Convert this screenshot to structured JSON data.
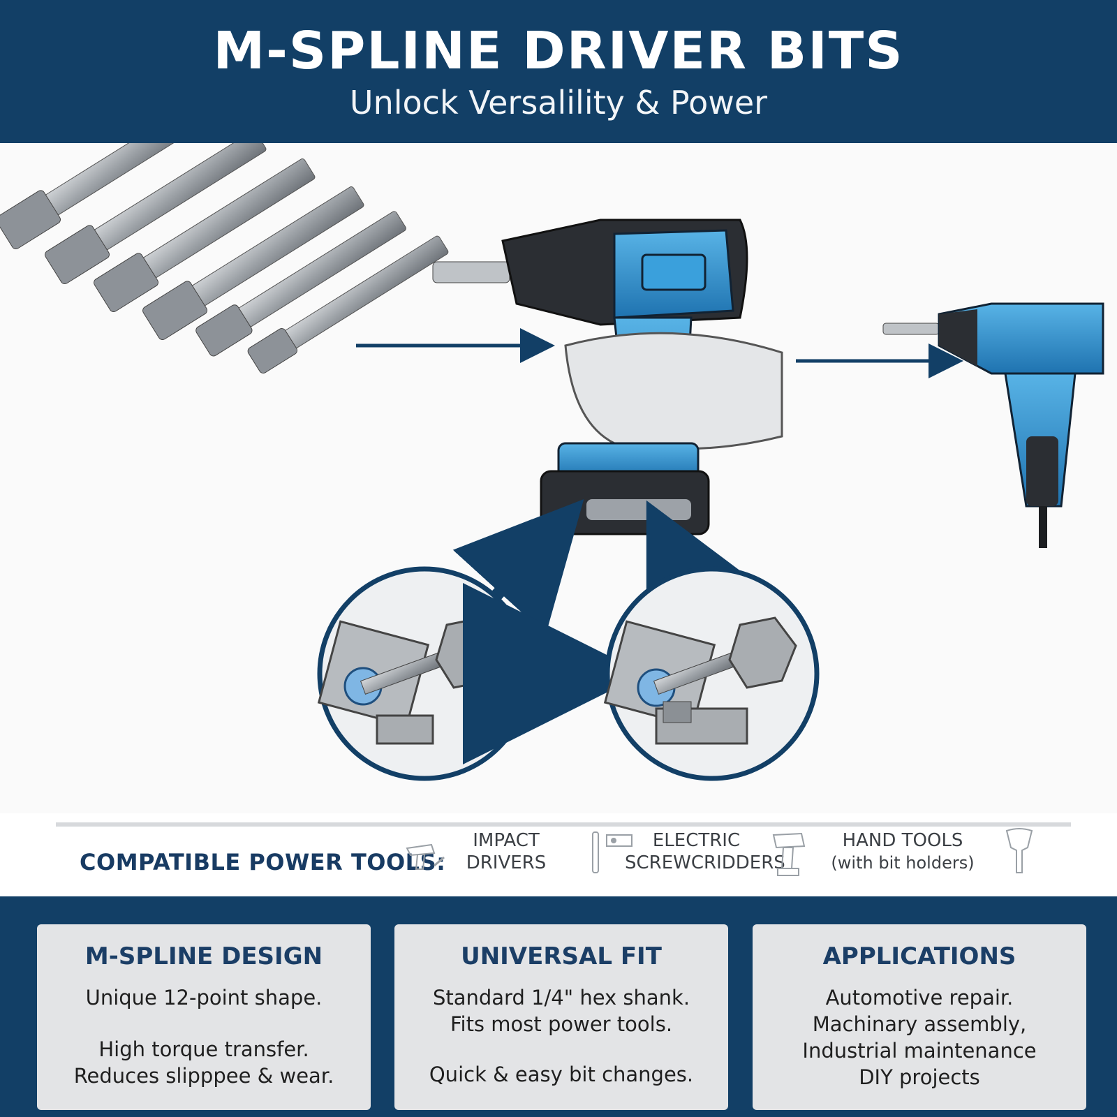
{
  "header": {
    "title": "M-SPLINE DRIVER BITS",
    "subtitle": "Unlock Versalility & Power"
  },
  "compatible": {
    "label": "COMPATIBLE POWER TOOLS:",
    "items": [
      {
        "line1": "IMPACT",
        "line2": "DRIVERS",
        "icon": "impact-driver-icon"
      },
      {
        "line1": "ELECTRIC",
        "line2": "SCREWCRIDDERS",
        "icon": "screwdriver-icon"
      },
      {
        "line1": "HAND TOOLS",
        "line2": "(with bit holders)",
        "icon": "drill-icon"
      }
    ]
  },
  "cards": [
    {
      "title": "M-SPLINE DESIGN",
      "lines": [
        "Unique 12-point shape.",
        "",
        "High torque transfer.",
        "Reduces slipppee & wear."
      ]
    },
    {
      "title": "UNIVERSAL FIT",
      "lines": [
        "Standard 1/4\" hex shank.",
        "Fits most power tools.",
        "",
        "Quick & easy bit changes."
      ]
    },
    {
      "title": "APPLICATIONS",
      "lines": [
        "Automotive repair.",
        "Machinary assembly,",
        "Industrial maintenance",
        "DIY projects"
      ]
    }
  ],
  "colors": {
    "navy": "#123f66",
    "tool_blue": "#2f8fcf",
    "steel": "#a9adb1"
  }
}
